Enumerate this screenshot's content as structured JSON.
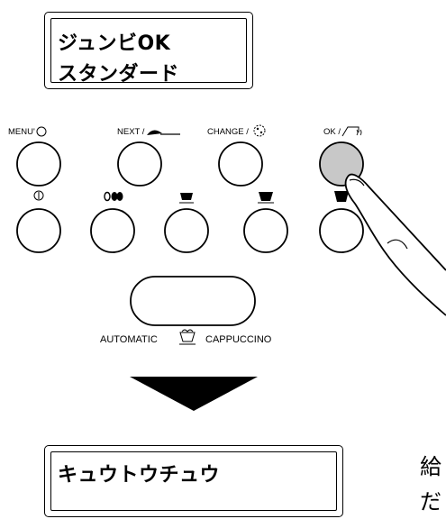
{
  "display_top": {
    "line1": "ジュンビOK",
    "line2": "スタンダード"
  },
  "buttons_row1": [
    {
      "label": "MENU'",
      "icon": "circle-icon"
    },
    {
      "label": "NEXT /",
      "icon": "spoon-icon"
    },
    {
      "label": "CHANGE /",
      "icon": "aroma-icon"
    },
    {
      "label": "OK /",
      "icon": "hot-water-icon",
      "state": "pressed",
      "highlight_color": "#c8c8c8"
    }
  ],
  "buttons_row2": [
    {
      "icon": "power-icon"
    },
    {
      "icon": "coffee-beans-icon"
    },
    {
      "icon": "small-cup-icon"
    },
    {
      "icon": "medium-cup-icon"
    },
    {
      "icon": "large-cup-icon"
    }
  ],
  "automatic_cappuccino": {
    "label_left": "AUTOMATIC",
    "label_right": "CAPPUCCINO",
    "icon": "cappuccino-cup-icon"
  },
  "arrow": {
    "icon": "down-arrow-icon",
    "color": "#000000"
  },
  "display_bottom": {
    "line1": "キュウトウチュウ"
  },
  "side_text": {
    "line1": "給",
    "line2": "だ"
  }
}
